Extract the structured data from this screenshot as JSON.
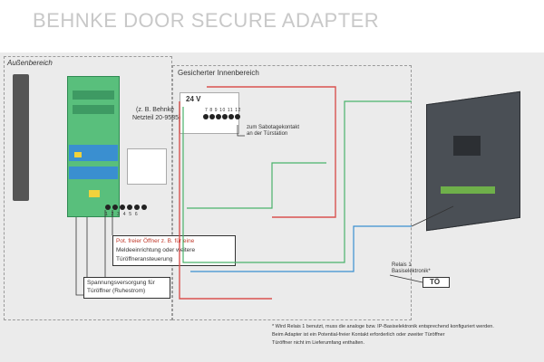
{
  "title": "BEHNKE DOOR SECURE ADAPTER",
  "zones": {
    "outside": "Außenbereich",
    "inside": "Gesicherter Innenbereich"
  },
  "power_supply": {
    "label_line1": "(z. B. Behnke",
    "label_line2": "Netzteil 20-9585)",
    "voltage": "24 V",
    "terminal_numbers": "7 8 9 10 11 12"
  },
  "tamper": {
    "line1": "zum Sabotagekontakt",
    "line2": "an der Türstation"
  },
  "bottom_terminals": "1 2 3 4 5 6",
  "relay_box": {
    "line1": "Pot. freier Öffner z. B. für eine",
    "line2": "Meldeeinrichtung oder weitere",
    "line3": "Türöffneransteuerung"
  },
  "supply_box": {
    "line1": "Spannungsversorgung für",
    "line2": "Türöffner (Ruhestrom)"
  },
  "relais": {
    "line1": "Relais 1",
    "line2": "Basiselektronik*",
    "badge": "TÖ"
  },
  "footnote": {
    "line1": "* Wird Relais 1 benutzt, muss die analoge bzw. IP-Basiselektronik entsprechend konfiguriert werden.",
    "line2": "Beim Adapter ist ein Potential-freier Kontakt erforderlich oder zweiter Türöffner",
    "line3": "Türöffner nicht im Lieferumfang enthalten."
  }
}
